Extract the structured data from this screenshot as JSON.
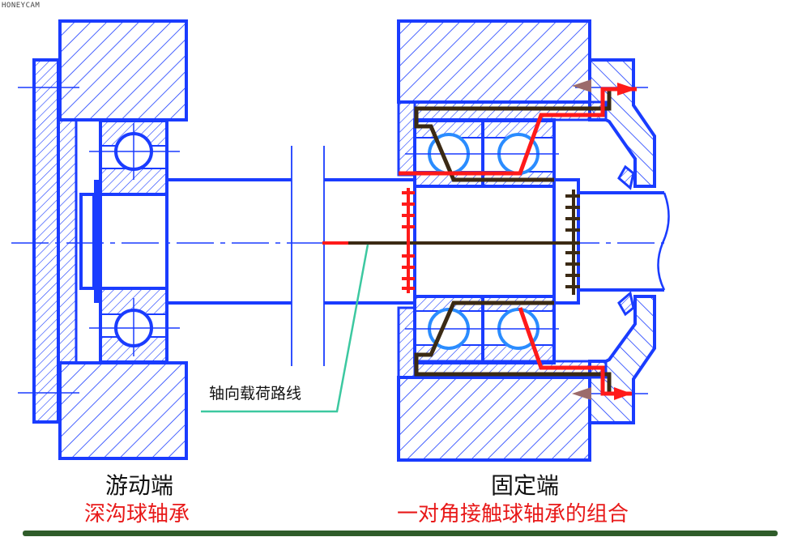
{
  "watermark": "HONEYCAM",
  "labels": {
    "axial_load_path": "轴向载荷路线",
    "floating_end": "游动端",
    "floating_end_bearing": "深沟球轴承",
    "fixed_end": "固定端",
    "fixed_end_bearing": "一对角接触球轴承的组合"
  },
  "colors": {
    "structure": "#1a3cff",
    "bearing_light": "#2a8cff",
    "load_path_dark": "#3b2a14",
    "load_path_red": "#ff1a1a",
    "leader": "#3cc8a0",
    "caption_red": "#e81919",
    "bar": "#2f5c2a"
  }
}
